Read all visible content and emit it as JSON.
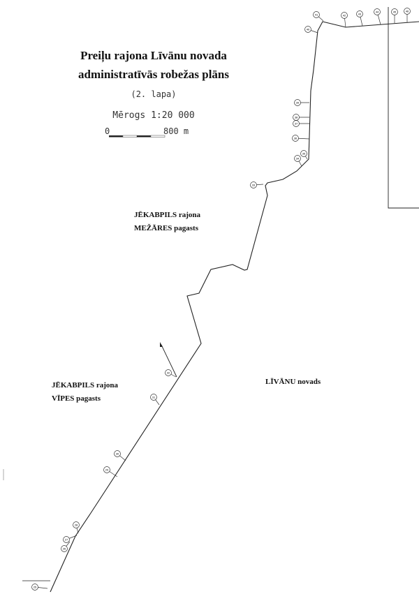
{
  "header": {
    "title_line1": "Preiļu rajona Līvānu novada",
    "title_line2": "administratīvās robežas plāns",
    "sheet": "(2. lapa)",
    "scale": "Mērogs 1:20 000",
    "scalebar_start": "0",
    "scalebar_end": "800 m"
  },
  "regions": {
    "mezares_line1": "JĒKABPILS rajona",
    "mezares_line2": "MEŽĀRES pagasts",
    "vipes_line1": "JĒKABPILS rajona",
    "vipes_line2": "VĪPES pagasts",
    "livanu": "LĪVĀNU novads"
  },
  "markers": [
    "25",
    "26",
    "27",
    "28",
    "29",
    "30",
    "31",
    "32",
    "33",
    "34",
    "35",
    "36",
    "37",
    "38",
    "39",
    "40",
    "41",
    "42",
    "43",
    "44",
    "45",
    "46"
  ],
  "colors": {
    "line": "#222222",
    "paper": "#ffffff"
  }
}
